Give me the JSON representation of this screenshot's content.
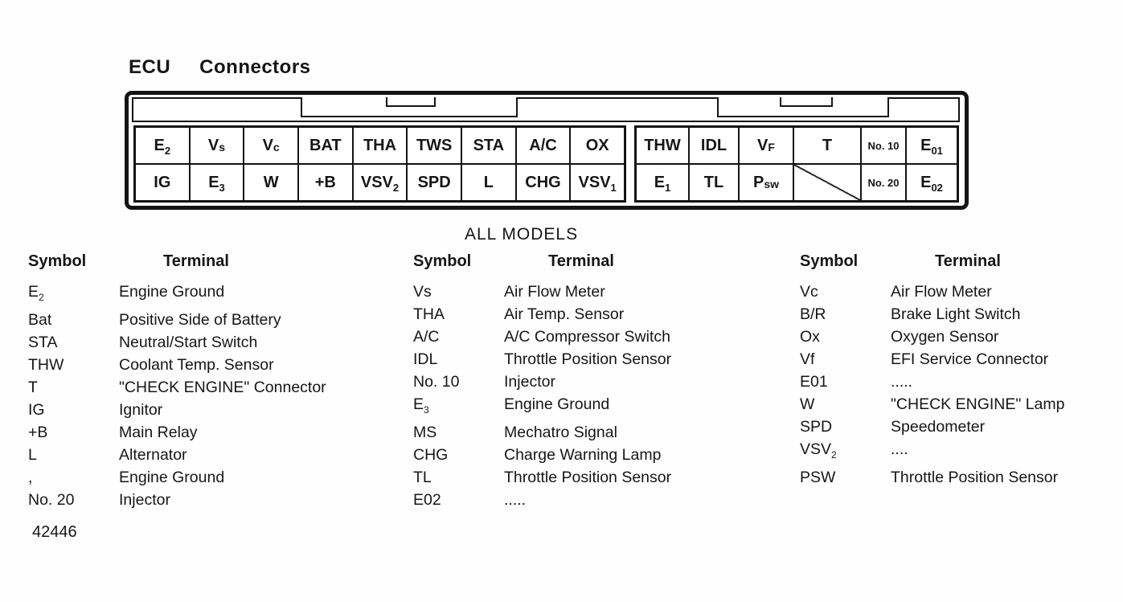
{
  "title": {
    "word1": "ECU",
    "word2": "Connectors"
  },
  "section_heading": "ALL MODELS",
  "figure_number": "42446",
  "connector": {
    "left_block": {
      "rows": [
        [
          {
            "t": "E",
            "sub": "2"
          },
          {
            "t": "V",
            "sm": "s"
          },
          {
            "t": "V",
            "sm": "c"
          },
          {
            "t": "BAT"
          },
          {
            "t": "THA"
          },
          {
            "t": "TWS"
          },
          {
            "t": "STA"
          },
          {
            "t": "A/C"
          },
          {
            "t": "OX"
          }
        ],
        [
          {
            "t": "IG"
          },
          {
            "t": "E",
            "sub": "3"
          },
          {
            "t": "W"
          },
          {
            "t": "+B"
          },
          {
            "t": "VSV",
            "sub": "2"
          },
          {
            "t": "SPD"
          },
          {
            "t": "L"
          },
          {
            "t": "CHG"
          },
          {
            "t": "VSV",
            "sub": "1"
          }
        ]
      ]
    },
    "right_block": {
      "rows": [
        [
          {
            "t": "THW"
          },
          {
            "t": "IDL"
          },
          {
            "t": "V",
            "sm": "F"
          },
          {
            "t": "T"
          },
          {
            "t": "No. 10"
          },
          {
            "t": "E",
            "sub": "01"
          }
        ],
        [
          {
            "t": "E",
            "sub": "1"
          },
          {
            "t": "TL"
          },
          {
            "t": "P",
            "sm": "sw"
          },
          {
            "slash": true
          },
          {
            "t": "No. 20"
          },
          {
            "t": "E",
            "sub": "02"
          }
        ]
      ]
    }
  },
  "table": {
    "headers": {
      "symbol": "Symbol",
      "terminal": "Terminal"
    },
    "groups": [
      {
        "rows": [
          {
            "sym": {
              "t": "E",
              "sub": "2"
            },
            "term": "Engine Ground"
          },
          {
            "sym": {
              "t": "Bat"
            },
            "term": "Positive Side of Battery"
          },
          {
            "sym": {
              "t": "STA"
            },
            "term": "Neutral/Start Switch"
          },
          {
            "sym": {
              "t": "THW"
            },
            "term": "Coolant Temp. Sensor"
          },
          {
            "sym": {
              "t": "T"
            },
            "term": "\"CHECK ENGINE\" Connector"
          },
          {
            "sym": {
              "t": "IG"
            },
            "term": "Ignitor"
          },
          {
            "sym": {
              "t": "+B"
            },
            "term": "Main Relay"
          },
          {
            "sym": {
              "t": "L"
            },
            "term": "Alternator"
          },
          {
            "sym": {
              "t": ","
            },
            "term": "Engine Ground"
          },
          {
            "sym": {
              "t": "No. 20"
            },
            "term": "Injector"
          }
        ]
      },
      {
        "rows": [
          {
            "sym": {
              "t": "Vs"
            },
            "term": "Air Flow Meter"
          },
          {
            "sym": {
              "t": "THA"
            },
            "term": "Air Temp. Sensor"
          },
          {
            "sym": {
              "t": "A/C"
            },
            "term": "A/C Compressor Switch"
          },
          {
            "sym": {
              "t": "IDL"
            },
            "term": "Throttle Position Sensor"
          },
          {
            "sym": {
              "t": "No. 10"
            },
            "term": "Injector"
          },
          {
            "sym": {
              "t": "E",
              "sub": "3"
            },
            "term": "Engine Ground"
          },
          {
            "sym": {
              "t": "MS"
            },
            "term": "Mechatro Signal"
          },
          {
            "sym": {
              "t": "CHG"
            },
            "term": "Charge Warning Lamp"
          },
          {
            "sym": {
              "t": "TL"
            },
            "term": "Throttle Position Sensor"
          },
          {
            "sym": {
              "t": "E02"
            },
            "term": "....."
          }
        ]
      },
      {
        "rows": [
          {
            "sym": {
              "t": "Vc"
            },
            "term": "Air Flow Meter"
          },
          {
            "sym": {
              "t": "B/R"
            },
            "term": "Brake Light Switch"
          },
          {
            "sym": {
              "t": "Ox"
            },
            "term": "Oxygen Sensor"
          },
          {
            "sym": {
              "t": "Vf"
            },
            "term": "EFI Service Connector"
          },
          {
            "sym": {
              "t": "E01"
            },
            "term": "....."
          },
          {
            "sym": {
              "t": "W"
            },
            "term": "\"CHECK ENGINE\" Lamp"
          },
          {
            "sym": {
              "t": "SPD"
            },
            "term": "Speedometer"
          },
          {
            "sym": {
              "t": "VSV",
              "sub": "2"
            },
            "term": "...."
          },
          {
            "sym": {
              "t": "PSW"
            },
            "term": "Throttle Position Sensor"
          }
        ]
      }
    ]
  }
}
